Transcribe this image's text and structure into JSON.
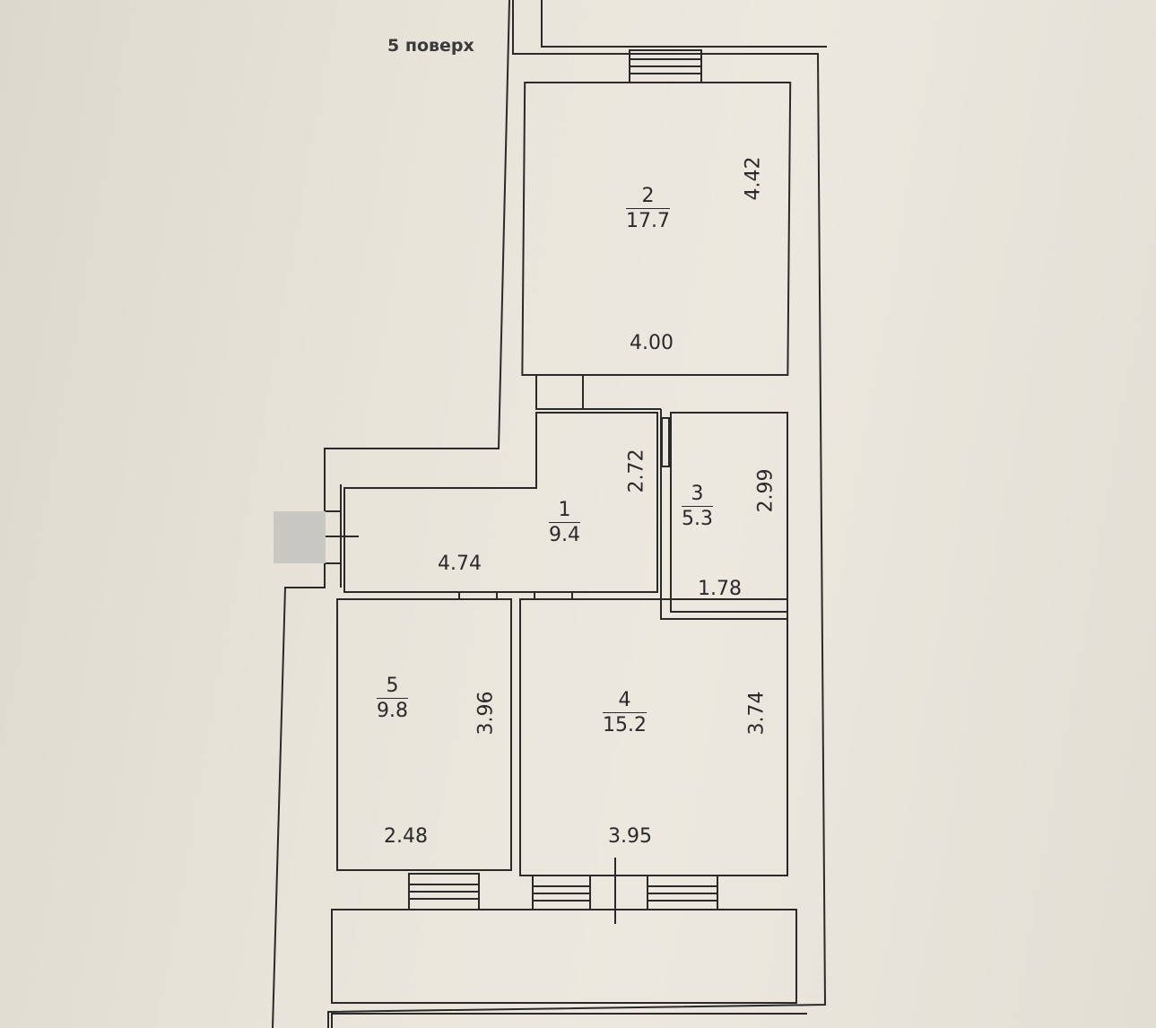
{
  "floor_label": "5 поверх",
  "rooms": [
    {
      "number": "1",
      "area": "9.4",
      "dims": [
        "4.74",
        "2.72"
      ]
    },
    {
      "number": "2",
      "area": "17.7",
      "dims": [
        "4.00",
        "4.42"
      ]
    },
    {
      "number": "3",
      "area": "5.3",
      "dims": [
        "1.78",
        "2.99"
      ]
    },
    {
      "number": "4",
      "area": "15.2",
      "dims": [
        "3.95",
        "3.74"
      ]
    },
    {
      "number": "5",
      "area": "9.8",
      "dims": [
        "2.48",
        "3.96"
      ]
    }
  ],
  "colors": {
    "line": "#2a2a2a",
    "paper": "#e6e2d9"
  }
}
